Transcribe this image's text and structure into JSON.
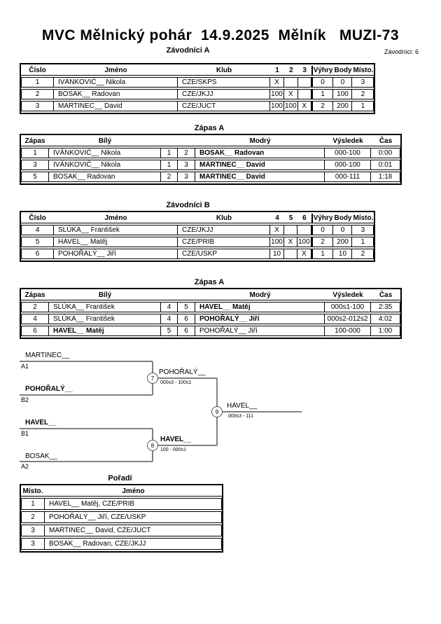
{
  "page": {
    "title": "MVC Mělnický pohár  14.9.2025  Mělník   MUZI-73",
    "competitors_count": "Závodníci: 6"
  },
  "zavodnici_a": {
    "title": "Závodníci A",
    "headers": {
      "cislo": "Číslo",
      "jmeno": "Jméno",
      "klub": "Klub",
      "c1": "1",
      "c2": "2",
      "c3": "3",
      "vyhry": "Výhry",
      "body": "Body",
      "misto": "Místo."
    },
    "rows": [
      {
        "cislo": "1",
        "jmeno": "IVÁNKOVIĆ__ Nikola",
        "klub": "CZE/SKPS",
        "c1": "X",
        "c2": "",
        "c3": "",
        "vyhry": "0",
        "body": "0",
        "misto": "3"
      },
      {
        "cislo": "2",
        "jmeno": "BOSAK__ Radovan",
        "klub": "CZE/JKJJ",
        "c1": "100",
        "c2": "X",
        "c3": "",
        "vyhry": "1",
        "body": "100",
        "misto": "2"
      },
      {
        "cislo": "3",
        "jmeno": "MARTINEC__ David",
        "klub": "CZE/JUCT",
        "c1": "100",
        "c2": "100",
        "c3": "X",
        "vyhry": "2",
        "body": "200",
        "misto": "1"
      }
    ]
  },
  "zapas_a1": {
    "title": "Zápas A",
    "headers": {
      "zapas": "Zápas",
      "bily": "Bílý",
      "modry": "Modrý",
      "vysledek": "Výsledek",
      "cas": "Čas"
    },
    "rows": [
      {
        "zapas": "1",
        "bily": "IVÁNKOVIĆ__ Nikola",
        "bily_bold": false,
        "n1": "1",
        "n2": "2",
        "modry": "BOSAK__ Radovan",
        "modry_bold": true,
        "vysledek": "000-100",
        "cas": "0:00"
      },
      {
        "zapas": "3",
        "bily": "IVÁNKOVIĆ__ Nikola",
        "bily_bold": false,
        "n1": "1",
        "n2": "3",
        "modry": "MARTINEC__ David",
        "modry_bold": true,
        "vysledek": "000-100",
        "cas": "0:01"
      },
      {
        "zapas": "5",
        "bily": "BOSAK__ Radovan",
        "bily_bold": false,
        "n1": "2",
        "n2": "3",
        "modry": "MARTINEC__ David",
        "modry_bold": true,
        "vysledek": "000-111",
        "cas": "1:18"
      }
    ]
  },
  "zavodnici_b": {
    "title": "Závodníci B",
    "headers": {
      "cislo": "Číslo",
      "jmeno": "Jméno",
      "klub": "Klub",
      "c1": "4",
      "c2": "5",
      "c3": "6",
      "vyhry": "Výhry",
      "body": "Body",
      "misto": "Místo."
    },
    "rows": [
      {
        "cislo": "4",
        "jmeno": "SLÚKA__ František",
        "klub": "CZE/JKJJ",
        "c1": "X",
        "c2": "",
        "c3": "",
        "vyhry": "0",
        "body": "0",
        "misto": "3"
      },
      {
        "cislo": "5",
        "jmeno": "HAVEL__ Matěj",
        "klub": "CZE/PRIB",
        "c1": "100",
        "c2": "X",
        "c3": "100",
        "vyhry": "2",
        "body": "200",
        "misto": "1"
      },
      {
        "cislo": "6",
        "jmeno": "POHOŘALÝ__ Jiří",
        "klub": "CZE/USKP",
        "c1": "10",
        "c2": "",
        "c3": "X",
        "vyhry": "1",
        "body": "10",
        "misto": "2"
      }
    ]
  },
  "zapas_a2": {
    "title": "Zápas A",
    "headers": {
      "zapas": "Zápas",
      "bily": "Bílý",
      "modry": "Modrý",
      "vysledek": "Výsledek",
      "cas": "Čas"
    },
    "rows": [
      {
        "zapas": "2",
        "bily": "SLÚKA__ František",
        "bily_bold": false,
        "n1": "4",
        "n2": "5",
        "modry": "HAVEL__ Matěj",
        "modry_bold": true,
        "vysledek": "000s1-100",
        "cas": "2:35"
      },
      {
        "zapas": "4",
        "bily": "SLÚKA__ František",
        "bily_bold": false,
        "n1": "4",
        "n2": "6",
        "modry": "POHOŘALÝ__ Jiří",
        "modry_bold": true,
        "vysledek": "000s2-012s2",
        "cas": "4:02"
      },
      {
        "zapas": "6",
        "bily": "HAVEL__ Matěj",
        "bily_bold": true,
        "n1": "5",
        "n2": "6",
        "modry": "POHOŘALÝ__ Jiří",
        "modry_bold": false,
        "vysledek": "100-000",
        "cas": "1:00"
      }
    ]
  },
  "bracket": {
    "slots": [
      {
        "name": "MARTINEC__",
        "seed": "A1",
        "bold": false
      },
      {
        "name": "POHOŘALÝ__",
        "seed": "B2",
        "bold": true
      },
      {
        "name": "HAVEL__",
        "seed": "B1",
        "bold": true
      },
      {
        "name": "BOSAK__",
        "seed": "A2",
        "bold": false
      }
    ],
    "matches": [
      {
        "number": "7",
        "winner": "POHOŘALÝ__",
        "score": "000s3 - 100s1",
        "winner_bold": false
      },
      {
        "number": "8",
        "winner": "HAVEL__",
        "score": "100 - 000s1",
        "winner_bold": true
      },
      {
        "number": "9",
        "winner": "HAVEL__",
        "score": "000s3 - 111",
        "winner_bold": false
      }
    ]
  },
  "poradi": {
    "title": "Pořadí",
    "headers": {
      "misto": "Místo.",
      "jmeno": "Jméno"
    },
    "rows": [
      {
        "misto": "1",
        "jmeno": "HAVEL__ Matěj, CZE/PRIB"
      },
      {
        "misto": "2",
        "jmeno": "POHOŘALÝ__ Jiří, CZE/USKP"
      },
      {
        "misto": "3",
        "jmeno": "MARTINEC__ David, CZE/JUCT"
      },
      {
        "misto": "3",
        "jmeno": "BOSAK__ Radovan, CZE/JKJJ"
      }
    ]
  }
}
